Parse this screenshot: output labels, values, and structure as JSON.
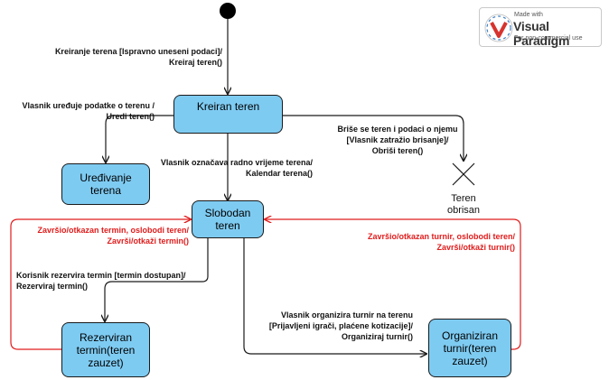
{
  "states": {
    "kreiran": "Kreiran teren",
    "uredjivanje": "Uređivanje\nterena",
    "slobodan": "Slobodan\nteren",
    "rezerviran": "Rezerviran\ntermin(teren\nzauzet)",
    "organiziran": "Organiziran\nturnir(teren\nzauzet)",
    "obrisan": "Teren\nobrisan"
  },
  "transitions": {
    "create": "Kreiranje terena [Ispravno uneseni podaci]/\nKreiraj teren()",
    "edit": "Vlasnik uređuje podatke o terenu /\nUredi teren()",
    "delete": "Briše se teren i podaci o njemu\n[Vlasnik zatražio brisanje]/\nObriši teren()",
    "calendar": "Vlasnik označava radno vrijeme terena/\nKalendar terena()",
    "reserve": "Korisnik rezervira termin [termin dostupan]/\nRezerviraj termin()",
    "tournament": "Vlasnik organizira turnir na terenu\n[Prijavljeni igrači, plaćene kotizacije]/\nOrganiziraj turnir()",
    "free_termin": "Završio/otkazan termin, oslobodi teren/\nZavrši/otkaži termin()",
    "free_turnir": "Završio/otkazan turnir, oslobodi teren/\nZavrši/otkaži turnir()"
  },
  "watermark": {
    "made_with": "Made with",
    "brand": "Visual Paradigm",
    "sub": "For non-commercial use"
  },
  "colors": {
    "state_fill": "#7ecbf2",
    "line": "#1a1a1a",
    "red": "#e01c1c"
  }
}
